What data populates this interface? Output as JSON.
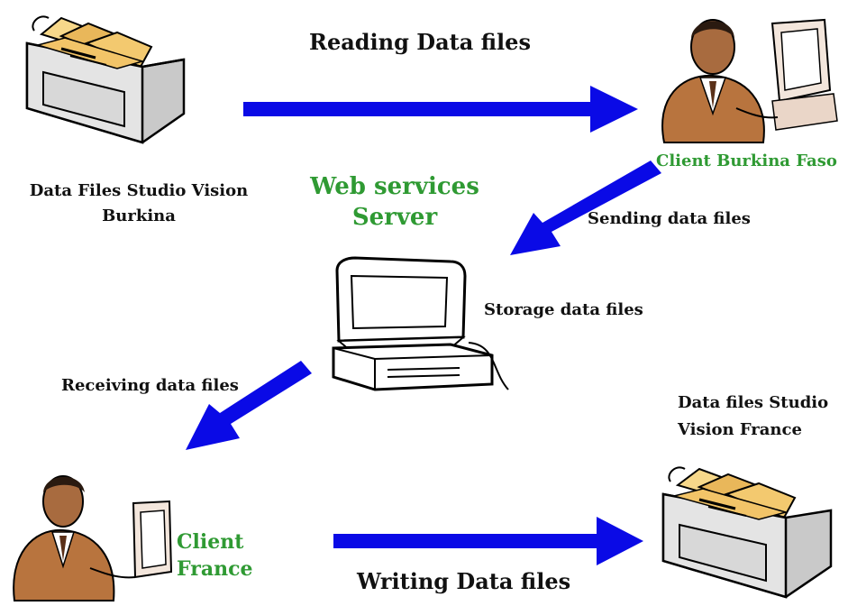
{
  "colors": {
    "arrow": "#0a0ae6",
    "green_text": "#2f9a33",
    "text": "#111111"
  },
  "top_flow": {
    "label": "Reading Data files"
  },
  "bottom_flow": {
    "label": "Writing Data files"
  },
  "source": {
    "line1": "Data Files Studio Vision",
    "line2": "Burkina",
    "icon": "file-drawer-icon"
  },
  "client_bf": {
    "label": "Client Burkina Faso",
    "icon": "person-at-computer-icon"
  },
  "server": {
    "line1": "Web services",
    "line2": "Server",
    "icon": "computer-icon"
  },
  "sending": {
    "label": "Sending data files"
  },
  "storage": {
    "label": "Storage data files"
  },
  "receiving": {
    "label": "Receiving data files"
  },
  "destination": {
    "line1": "Data files Studio",
    "line2": "Vision France",
    "icon": "file-drawer-icon"
  },
  "client_fr": {
    "line1": "Client",
    "line2": "France",
    "icon": "person-at-computer-icon"
  }
}
